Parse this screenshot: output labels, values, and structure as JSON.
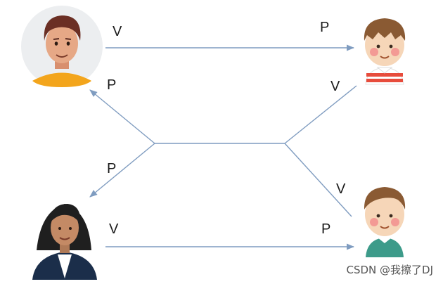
{
  "labels": {
    "top_arrow_left": "V",
    "top_arrow_right": "P",
    "upper_left_diag": "P",
    "upper_right_diag": "V",
    "lower_left_diag": "P",
    "lower_right_diag": "V",
    "bottom_arrow_left": "V",
    "bottom_arrow_right": "P"
  },
  "watermark": "CSDN @我擦了DJ",
  "people": [
    {
      "id": "man-top-left",
      "icon": "man-avatar-icon"
    },
    {
      "id": "child-top-right",
      "icon": "child-avatar-icon"
    },
    {
      "id": "woman-bottom-left",
      "icon": "woman-avatar-icon"
    },
    {
      "id": "child-bottom-right",
      "icon": "child-avatar-icon"
    }
  ],
  "colors": {
    "line": "#7f9cc0",
    "text": "#1b1b1b"
  }
}
